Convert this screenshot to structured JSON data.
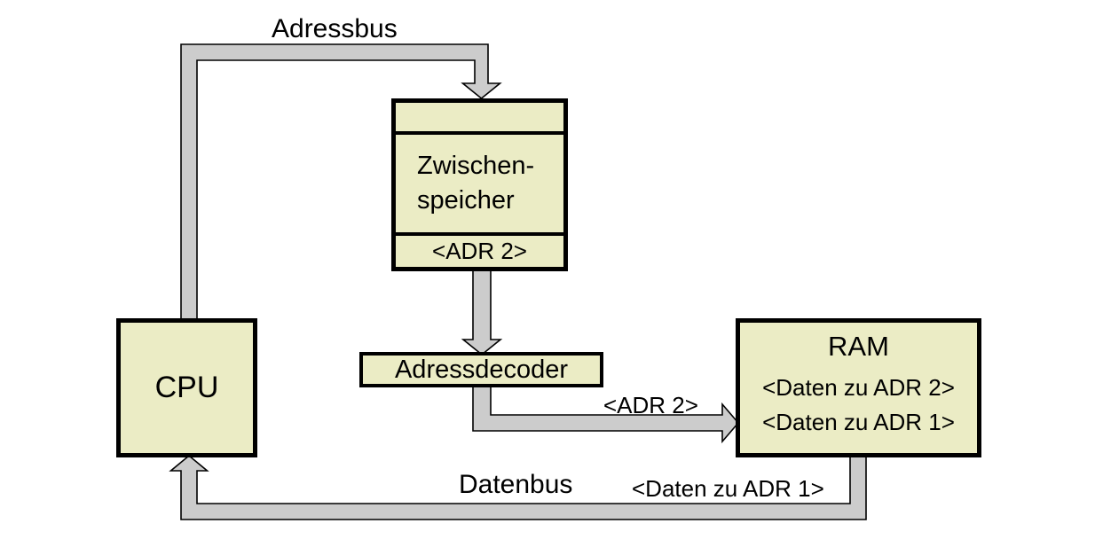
{
  "colors": {
    "background": "#ffffff",
    "node_fill": "#ebecc5",
    "node_border": "#000000",
    "bus_fill": "#cccccc",
    "bus_outline": "#000000",
    "text": "#000000"
  },
  "nodes": {
    "cpu": {
      "label": "CPU"
    },
    "zwischenspeicher": {
      "line1": "Zwischen-",
      "line2": "speicher",
      "slot": "<ADR 2>"
    },
    "adressdecoder": {
      "label": "Adressdecoder"
    },
    "ram": {
      "title": "RAM",
      "entries": [
        "<Daten zu ADR 2>",
        "<Daten zu ADR 1>"
      ]
    }
  },
  "bus_labels": {
    "address_bus": "Adressbus",
    "adr2": "<ADR 2>",
    "data_bus": "Datenbus",
    "daten_zu_adr1": "<Daten zu ADR 1>"
  }
}
